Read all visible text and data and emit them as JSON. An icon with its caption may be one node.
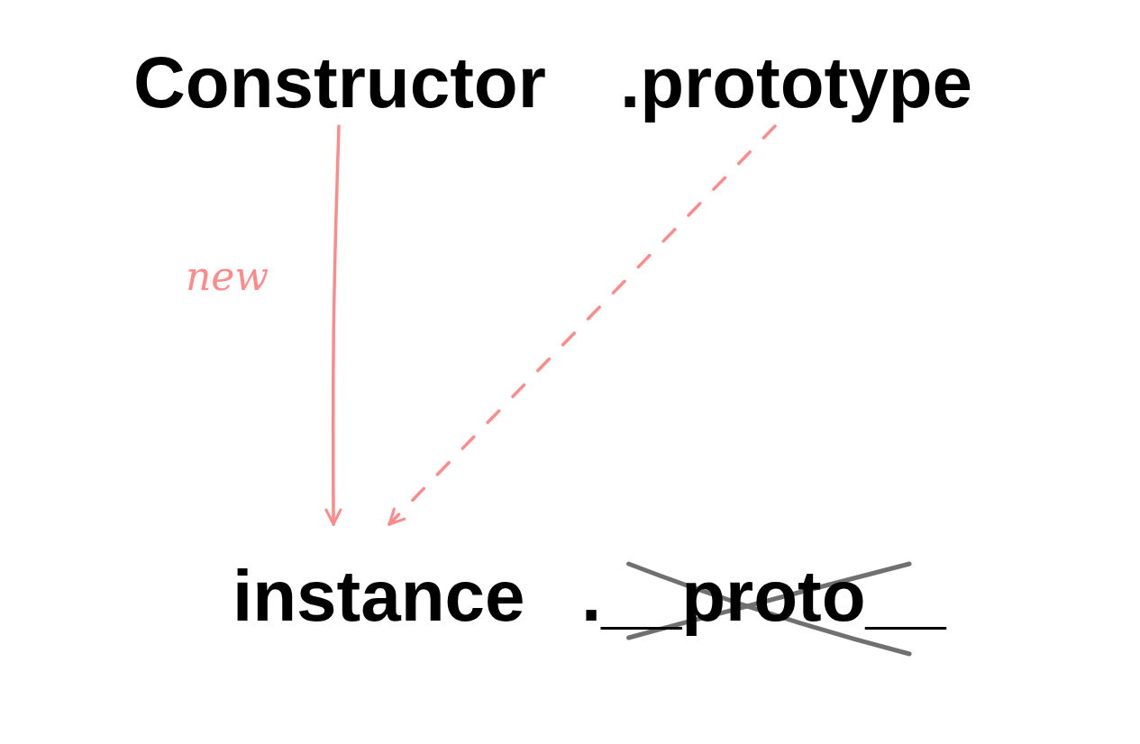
{
  "diagram": {
    "nodes": [
      {
        "text": [
          "Constructor"
        ]
      },
      {
        "text": [
          ".prototype"
        ]
      },
      {
        "text": [
          "instance"
        ]
      },
      {
        "text": [
          ".__proto__"
        ]
      }
    ],
    "edges": [
      {
        "from": 0,
        "to": 2,
        "arrow": "to",
        "label": "new"
      },
      {
        "from": 1,
        "to": 2,
        "arrow": "to",
        "style": "dashed"
      }
    ]
  }
}
